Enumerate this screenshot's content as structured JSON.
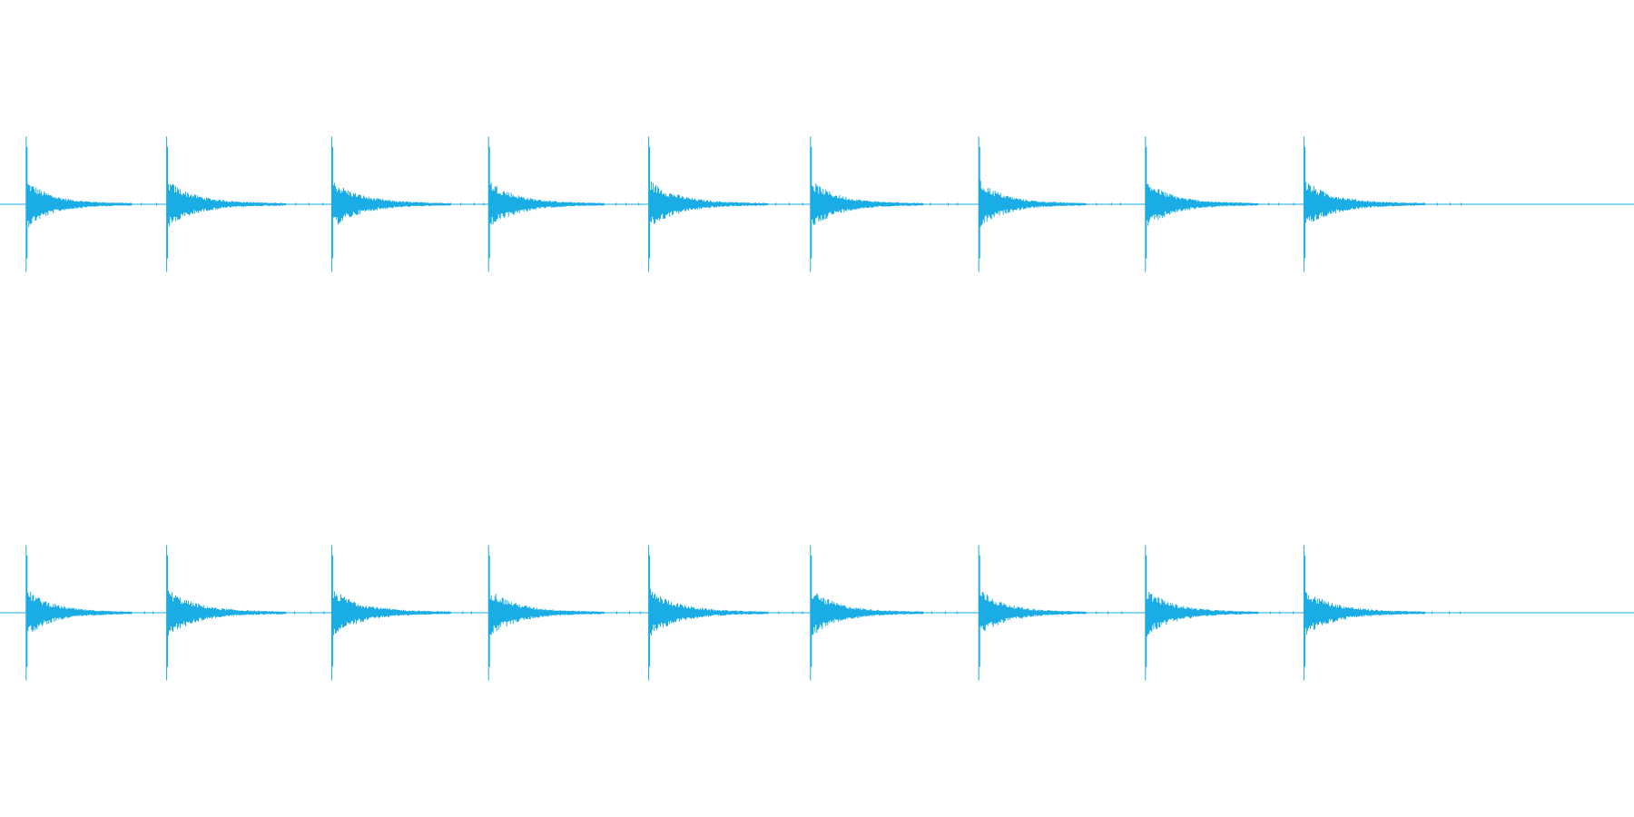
{
  "waveform": {
    "color": "#1AACE4",
    "channels": [
      {
        "name": "",
        "peak_amplitude": 0.92,
        "transient_times": [
          0.016,
          0.102,
          0.203,
          0.299,
          0.397,
          0.496,
          0.599,
          0.701,
          0.798
        ],
        "decay_end_times": [
          0.081,
          0.175,
          0.276,
          0.37,
          0.47,
          0.565,
          0.665,
          0.77,
          0.872
        ]
      },
      {
        "name": "",
        "peak_amplitude": 0.92,
        "transient_times": [
          0.016,
          0.102,
          0.203,
          0.299,
          0.397,
          0.496,
          0.599,
          0.701,
          0.798
        ],
        "decay_end_times": [
          0.081,
          0.175,
          0.276,
          0.37,
          0.47,
          0.565,
          0.665,
          0.77,
          0.872
        ]
      }
    ]
  }
}
